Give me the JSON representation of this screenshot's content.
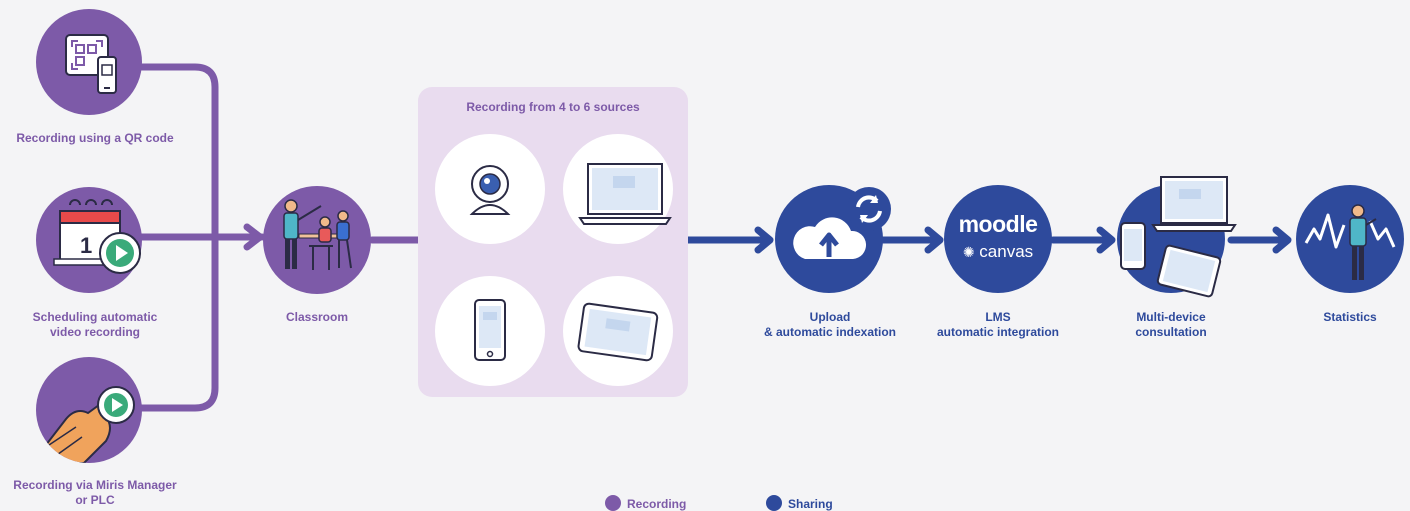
{
  "colors": {
    "recording": "#7d5aa8",
    "sharing": "#2e4a9c",
    "panel": "#e9dcef",
    "background": "#f4f4f6"
  },
  "recording_steps": [
    {
      "label": "Recording using a QR code",
      "icon": "qr-code-phone-icon"
    },
    {
      "label": "Scheduling automatic\nvideo recording",
      "icon": "calendar-play-icon"
    },
    {
      "label": "Recording via Miris Manager\nor PLC",
      "icon": "finger-press-play-icon"
    }
  ],
  "classroom": {
    "label": "Classroom",
    "icon": "classroom-teacher-students-icon"
  },
  "sources_panel": {
    "title": "Recording from 4 to 6 sources",
    "sources": [
      {
        "icon": "webcam-icon"
      },
      {
        "icon": "laptop-icon"
      },
      {
        "icon": "smartphone-icon"
      },
      {
        "icon": "tablet-icon"
      }
    ]
  },
  "sharing_steps": [
    {
      "label": "Upload\n& automatic indexation",
      "icon": "cloud-upload-sync-icon"
    },
    {
      "label": "LMS\nautomatic integration",
      "icon": "lms-logos-icon",
      "logo_text_1": "moodle",
      "logo_text_2": "canvas"
    },
    {
      "label": "Multi-device\nconsultation",
      "icon": "multi-device-icon"
    },
    {
      "label": "Statistics",
      "icon": "statistics-analyst-icon"
    }
  ],
  "legend": [
    {
      "label": "Recording",
      "color": "#7d5aa8"
    },
    {
      "label": "Sharing",
      "color": "#2e4a9c"
    }
  ]
}
